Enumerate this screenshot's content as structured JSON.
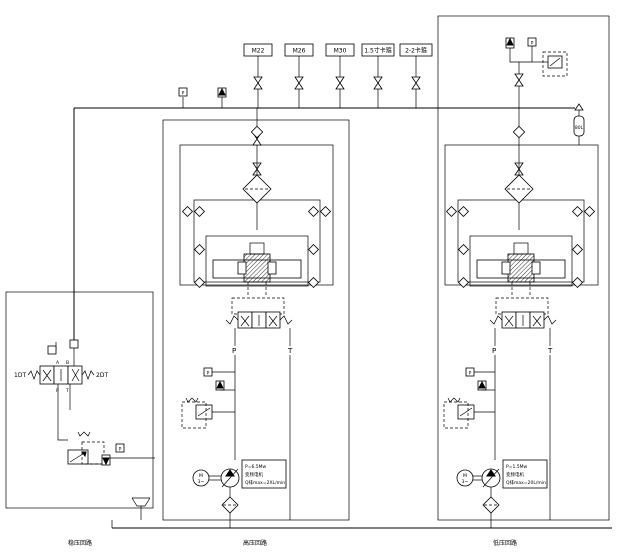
{
  "consumers": [
    {
      "label": "M22"
    },
    {
      "label": "M26"
    },
    {
      "label": "M30"
    },
    {
      "label": "1.5寸卡箍"
    },
    {
      "label": "2-2卡箍"
    }
  ],
  "left_circuit": {
    "solenoid_left": "1DT",
    "solenoid_right": "2DT",
    "port_a": "A",
    "port_b": "B",
    "port_p": "P",
    "port_t": "T",
    "caption": "稳压回路"
  },
  "high_circuit": {
    "motor_spec": [
      "P=6.5Mw",
      "变频电机",
      "Q排max=2XL/min"
    ],
    "port_p": "P",
    "port_t": "T",
    "caption": "高压回路",
    "motor_label": [
      "M",
      "3~"
    ]
  },
  "low_circuit": {
    "motor_spec": [
      "P=1.5Mw",
      "变频电机",
      "Q排max=20L/min"
    ],
    "port_p": "P",
    "port_t": "T",
    "caption": "低压回路",
    "motor_label": [
      "M",
      "3~"
    ],
    "accumulator_label": "80L"
  },
  "gauges": {
    "pressure_symbol": "P"
  }
}
